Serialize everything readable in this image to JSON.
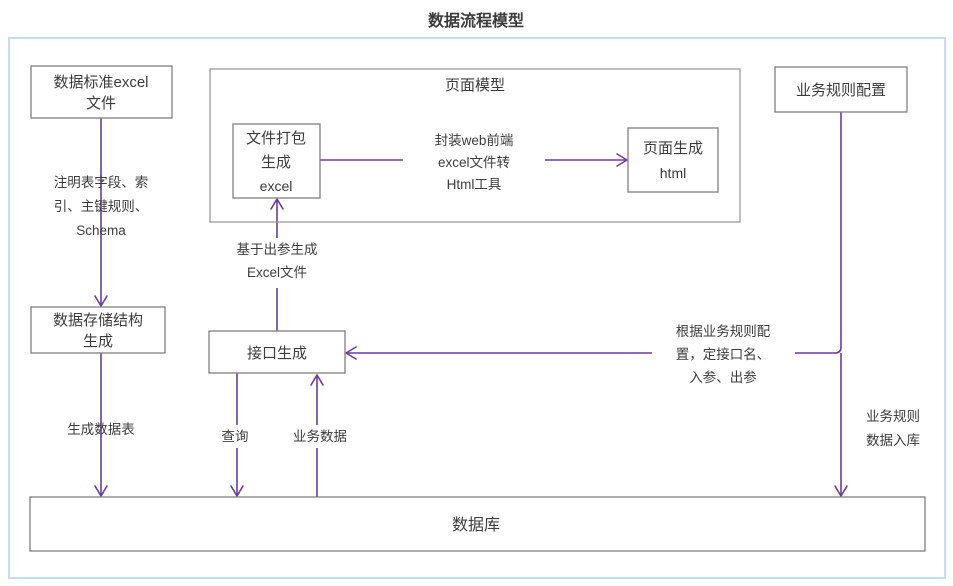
{
  "diagram": {
    "title": "数据流程模型",
    "frame": {
      "border_color": "#c5ddf0",
      "background": "#ffffff"
    },
    "colors": {
      "connector": "#6a3d9a",
      "node_border": "#7f7f7f",
      "group_border": "#9a9a9a",
      "text": "#3c3c3c",
      "frame_border": "#c5ddf0"
    },
    "groups": [
      {
        "id": "page-model",
        "label": "页面模型"
      }
    ],
    "nodes": [
      {
        "id": "data-standard-excel",
        "lines": [
          "数据标准excel",
          "文件"
        ]
      },
      {
        "id": "data-storage-structure",
        "lines": [
          "数据存储结构",
          "生成"
        ]
      },
      {
        "id": "file-package-excel",
        "lines": [
          "文件打包",
          "生成",
          "excel"
        ]
      },
      {
        "id": "page-generate-html",
        "lines": [
          "页面生成",
          "html"
        ]
      },
      {
        "id": "business-rule-config",
        "lines": [
          "业务规则配置"
        ]
      },
      {
        "id": "interface-generate",
        "lines": [
          "接口生成"
        ]
      },
      {
        "id": "database",
        "lines": [
          "数据库"
        ]
      }
    ],
    "edges": [
      {
        "id": "standard-to-storage",
        "from": "data-standard-excel",
        "to": "data-storage-structure",
        "lines": [
          "注明表字段、索",
          "引、主键规则、",
          "Schema"
        ]
      },
      {
        "id": "storage-to-database",
        "from": "data-storage-structure",
        "to": "database",
        "lines": [
          "生成数据表"
        ]
      },
      {
        "id": "package-to-page",
        "from": "file-package-excel",
        "to": "page-generate-html",
        "lines": [
          "封装web前端",
          "excel文件转",
          "Html工具"
        ]
      },
      {
        "id": "interface-to-package",
        "from": "interface-generate",
        "to": "file-package-excel",
        "lines": [
          "基于出参生成",
          "Excel文件"
        ]
      },
      {
        "id": "interface-to-database-query",
        "from": "interface-generate",
        "to": "database",
        "lines": [
          "查询"
        ]
      },
      {
        "id": "database-to-interface-data",
        "from": "database",
        "to": "interface-generate",
        "lines": [
          "业务数据"
        ]
      },
      {
        "id": "rule-to-interface",
        "from": "business-rule-config",
        "to": "interface-generate",
        "lines": [
          "根据业务规则配",
          "置，定接口名、",
          "入参、出参"
        ]
      },
      {
        "id": "rule-to-database",
        "from": "business-rule-config",
        "to": "database",
        "lines": [
          "业务规则",
          "数据入库"
        ]
      }
    ]
  }
}
